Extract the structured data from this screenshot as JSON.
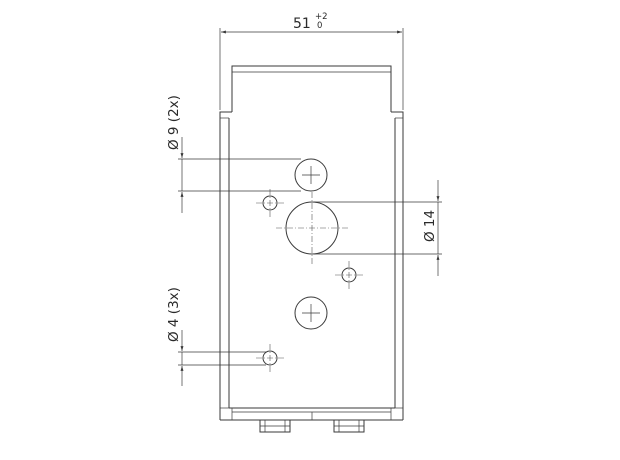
{
  "drawing": {
    "width_dim": {
      "value": "51",
      "tol_upper": "+2",
      "tol_lower": "0"
    },
    "hole9_label": "Ø 9 (2x)",
    "hole14_label": "Ø 14",
    "hole4_label": "Ø 4 (3x)"
  }
}
